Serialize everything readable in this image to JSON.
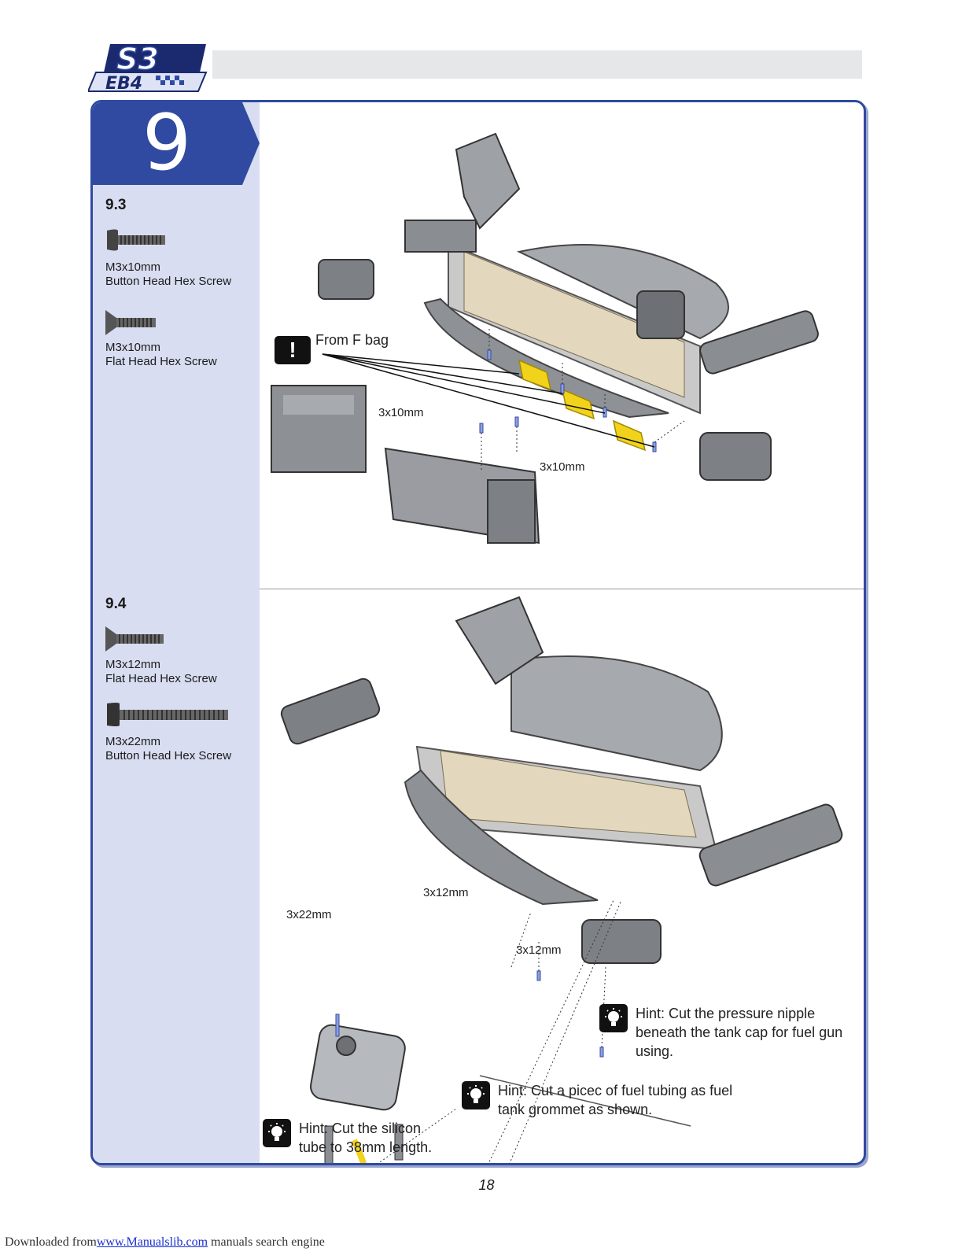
{
  "header": {
    "logo_text": "S3 EB4",
    "brand_blue": "#2f4aa0",
    "bar_color": "#e6e7e8"
  },
  "step": {
    "number": "9",
    "badge_color": "#2f4aa0"
  },
  "substeps": [
    {
      "id": "9.3",
      "parts": [
        {
          "size": "M3x10mm",
          "name": "Button Head Hex Screw",
          "icon": "button-head-screw-icon"
        },
        {
          "size": "M3x10mm",
          "name": "Flat Head Hex Screw",
          "icon": "flat-head-screw-icon"
        }
      ],
      "warning": "From F bag",
      "callouts": [
        "3x10mm",
        "3x10mm"
      ]
    },
    {
      "id": "9.4",
      "parts": [
        {
          "size": "M3x12mm",
          "name": "Flat Head Hex Screw",
          "icon": "flat-head-screw-icon"
        },
        {
          "size": "M3x22mm",
          "name": "Button Head Hex Screw",
          "icon": "button-head-screw-icon"
        }
      ],
      "callouts": [
        "3x12mm",
        "3x22mm",
        "3x12mm"
      ],
      "hints": [
        "Hint: Cut the pressure nipple beneath the tank cap for fuel gun using.",
        "Hint: Cut a picec of fuel tubing as fuel tank grommet as shown.",
        "Hint: Cut the silicon tube to 38mm length."
      ]
    }
  ],
  "page_number": "18",
  "footer": {
    "prefix": "Downloaded from",
    "link": "www.Manualslib.com",
    "suffix": " manuals search engine"
  },
  "icons": {
    "hint": "lightbulb-icon",
    "warning": "exclamation-icon"
  }
}
